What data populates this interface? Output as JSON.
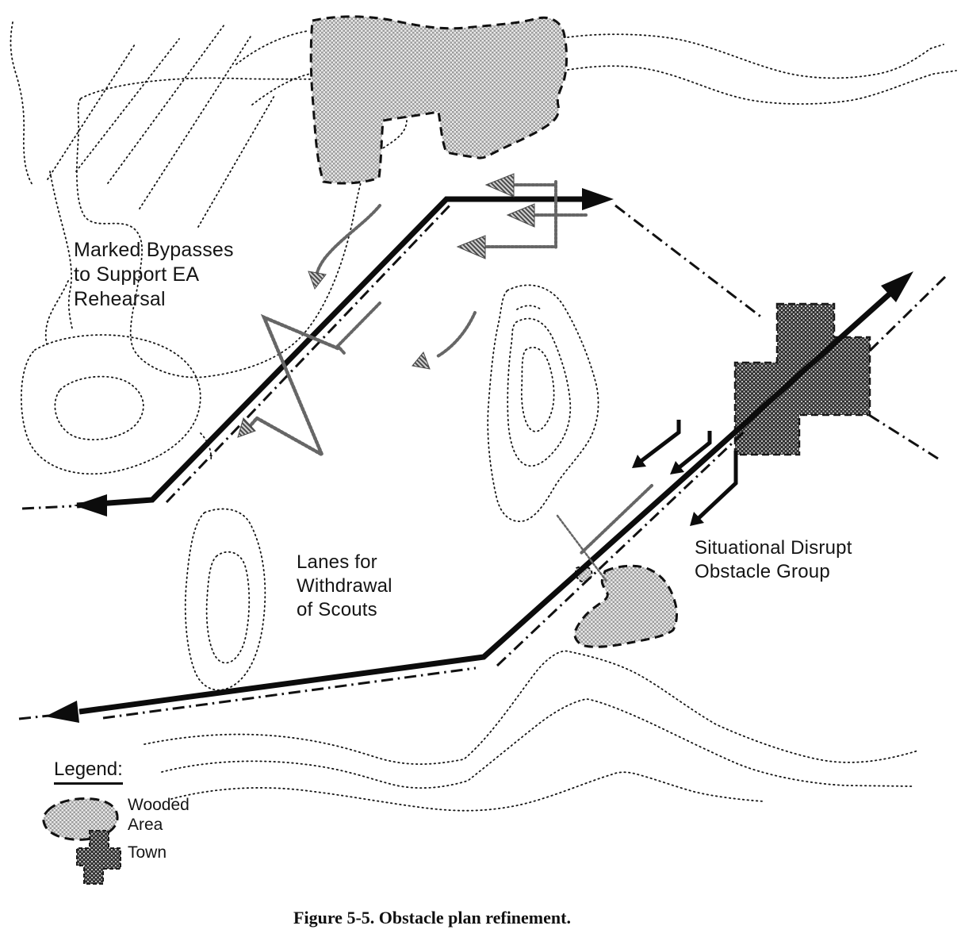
{
  "figure": {
    "caption": "Figure 5-5.  Obstacle plan refinement."
  },
  "map": {
    "labels": {
      "marked_bypasses": {
        "line1": "Marked Bypasses",
        "line2": "to Support EA",
        "line3": "Rehearsal"
      },
      "lanes": {
        "line1": "Lanes for",
        "line2": "Withdrawal",
        "line3": "of Scouts"
      },
      "situational": {
        "line1": "Situational Disrupt",
        "line2": "Obstacle Group"
      }
    }
  },
  "legend": {
    "title": "Legend:",
    "items": [
      {
        "symbol": "wooded-area",
        "label_line1": "Wooded",
        "label_line2": "Area"
      },
      {
        "symbol": "town",
        "label_line1": "Town"
      }
    ]
  },
  "colors": {
    "paper": "#ffffff",
    "ink": "#111111",
    "gray_overlay": "#666666",
    "wood_checker": "#9d9d9d",
    "town_checker": "#2e2e2e"
  }
}
